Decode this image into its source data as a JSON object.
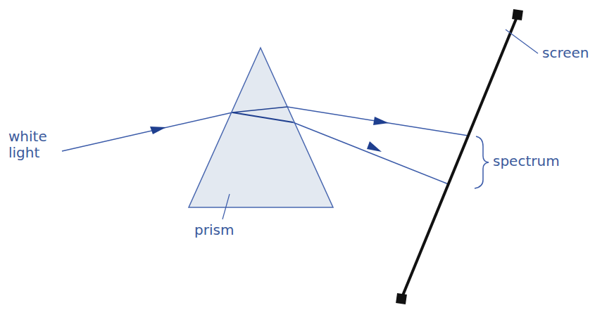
{
  "diagram": {
    "labels": [
      "white light",
      "prism",
      "screen",
      "spectrum"
    ]
  }
}
